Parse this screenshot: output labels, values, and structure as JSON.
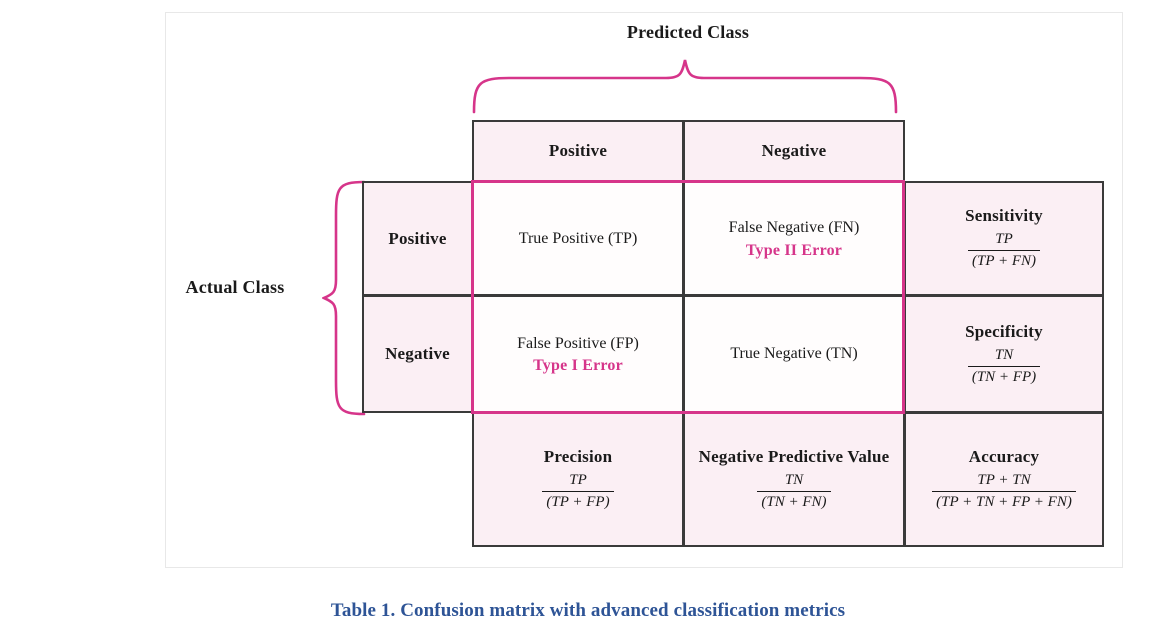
{
  "figure": {
    "caption": "Table 1. Confusion matrix with advanced classification metrics",
    "caption_color": "#2e5496",
    "accent_color": "#d6358a",
    "cell_pink": "#fbeff4",
    "border_color": "#3a3a3a"
  },
  "axes": {
    "predicted_class_label": "Predicted Class",
    "actual_class_label": "Actual Class",
    "top_brace_icon": "curly-brace-down-icon",
    "left_brace_icon": "curly-brace-right-icon"
  },
  "column_headers": [
    {
      "label": "Positive"
    },
    {
      "label": "Negative"
    }
  ],
  "row_headers": [
    {
      "label": "Positive"
    },
    {
      "label": "Negative"
    }
  ],
  "matrix": {
    "tp": {
      "label": "True Positive (TP)",
      "error": ""
    },
    "fn": {
      "label": "False Negative (FN)",
      "error": "Type II Error"
    },
    "fp": {
      "label": "False Positive (FP)",
      "error": "Type I Error"
    },
    "tn": {
      "label": "True Negative (TN)",
      "error": ""
    }
  },
  "row_metrics": [
    {
      "name": "Sensitivity",
      "numerator": "TP",
      "denominator": "(TP + FN)"
    },
    {
      "name": "Specificity",
      "numerator": "TN",
      "denominator": "(TN + FP)"
    }
  ],
  "column_metrics": [
    {
      "name": "Precision",
      "numerator": "TP",
      "denominator": "(TP + FP)"
    },
    {
      "name": "Negative Predictive Value",
      "numerator": "TN",
      "denominator": "(TN + FN)"
    },
    {
      "name": "Accuracy",
      "numerator": "TP + TN",
      "denominator": "(TP + TN + FP + FN)"
    }
  ]
}
